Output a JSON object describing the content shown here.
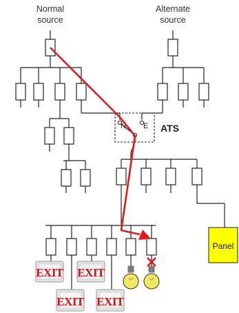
{
  "labels": {
    "normal_source": [
      "Normal",
      "source"
    ],
    "alternate_source": [
      "Alternate",
      "source"
    ],
    "ats": "ATS",
    "ats_normal": "N",
    "ats_emergency": "E",
    "panel": "Panel",
    "exit_sign": "EXIT"
  },
  "colors": {
    "line": "#222222",
    "fault_path": "#e01b1b",
    "panel_fill": "#ffff00",
    "fault_mark": "#e01b1b",
    "bulb": "#f5e663"
  },
  "icons": {
    "exit_sign": "exit-sign-icon",
    "light_bulb": "light-bulb-icon",
    "fault_marker": "x-mark-icon"
  }
}
